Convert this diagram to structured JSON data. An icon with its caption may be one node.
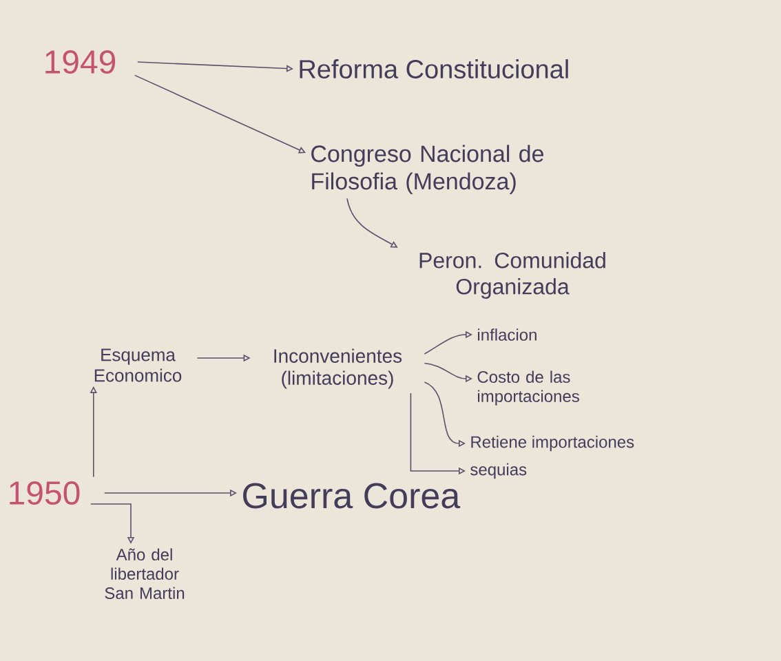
{
  "diagram": {
    "nodes": [
      {
        "text": [
          "1949"
        ]
      },
      {
        "text": [
          "Reforma Constitucional"
        ]
      },
      {
        "text": [
          "Congreso Nacional de Filosofia (Mendoza)"
        ]
      },
      {
        "text": [
          "Peron. Comunidad Organizada"
        ]
      },
      {
        "text": [
          "Esquema Economico"
        ]
      },
      {
        "text": [
          "Inconvenientes (limitaciones)"
        ]
      },
      {
        "text": [
          "inflacion"
        ]
      },
      {
        "text": [
          "Costo de las importaciones"
        ]
      },
      {
        "text": [
          "Retiene importaciones"
        ]
      },
      {
        "text": [
          "sequias"
        ]
      },
      {
        "text": [
          "1950"
        ]
      },
      {
        "text": [
          "Guerra Corea"
        ]
      },
      {
        "text": [
          "Año del libertador San Martin"
        ]
      }
    ],
    "edges": [
      {
        "from": 0,
        "to": 1,
        "arrow": "to"
      },
      {
        "from": 0,
        "to": 2,
        "arrow": "to"
      },
      {
        "from": 2,
        "to": 3,
        "arrow": "to"
      },
      {
        "from": 4,
        "to": 5,
        "arrow": "to"
      },
      {
        "from": 5,
        "to": 6,
        "arrow": "to"
      },
      {
        "from": 5,
        "to": 7,
        "arrow": "to"
      },
      {
        "from": 5,
        "to": 8,
        "arrow": "to"
      },
      {
        "from": 5,
        "to": 9,
        "arrow": "to"
      },
      {
        "from": 10,
        "to": 4,
        "arrow": "to"
      },
      {
        "from": 10,
        "to": 11,
        "arrow": "to"
      },
      {
        "from": 10,
        "to": 12,
        "arrow": "to"
      }
    ]
  }
}
